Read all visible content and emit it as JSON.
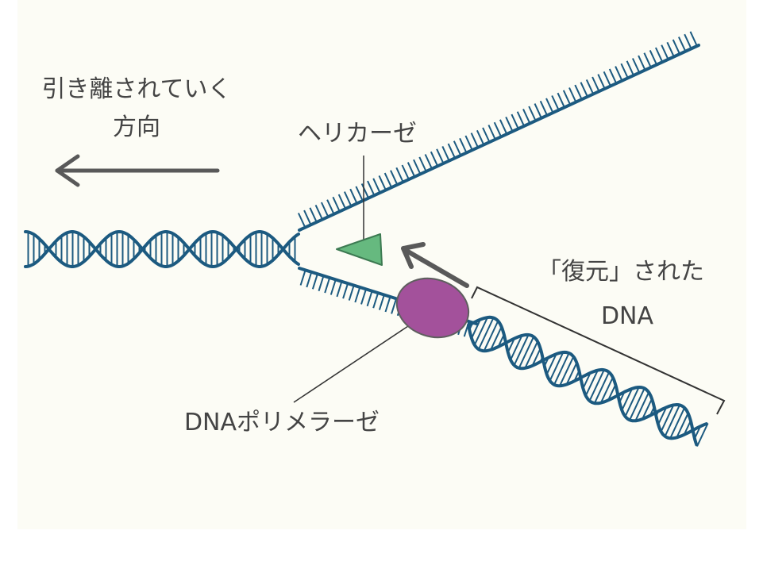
{
  "labels": {
    "direction_line1": "引き離されていく",
    "direction_line2": "方向",
    "helicase": "ヘリカーゼ",
    "restored_line1": "「復元」された",
    "restored_line2": "DNA",
    "polymerase": "DNAポリメラーゼ"
  },
  "colors": {
    "background": "#fcfcf5",
    "dna_strand": "#1c5a80",
    "helicase": "#66b97f",
    "polymerase": "#a3519b",
    "arrow": "#595959",
    "text": "#444444"
  }
}
